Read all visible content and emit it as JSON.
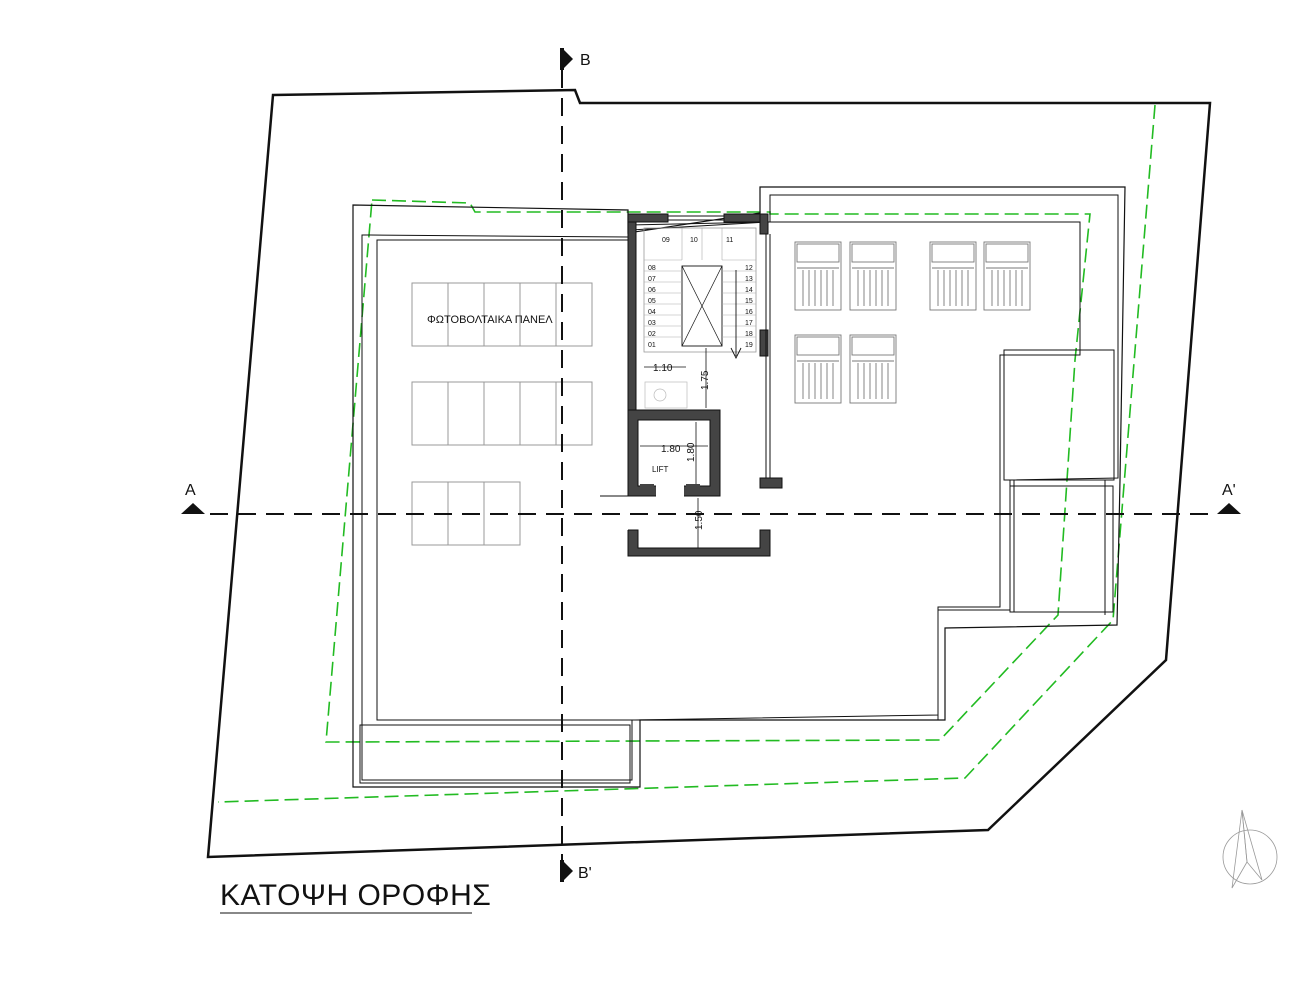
{
  "drawing": {
    "title": "ΚΑΤΟΨΗ ΟΡΟΦΗΣ",
    "section_a_left": "A",
    "section_a_right": "A'",
    "section_b_top": "B",
    "section_b_bottom": "B'",
    "pv_label": "ΦΩΤΟΒΟΛΤΑΙΚΑ ΠΑΝΕΛ",
    "lift_label": "LIFT",
    "dim_stair_width": "1.10",
    "dim_landing_depth": "1.75",
    "dim_lift_width": "1.80",
    "dim_lift_depth": "1.80",
    "dim_lobby_depth": "1.50",
    "steps_left": [
      "08",
      "07",
      "06",
      "05",
      "04",
      "03",
      "02",
      "01"
    ],
    "steps_right": [
      "12",
      "13",
      "14",
      "15",
      "16",
      "17",
      "18",
      "19"
    ],
    "steps_top": [
      "09",
      "10",
      "11"
    ]
  },
  "colors": {
    "line": "#111111",
    "setback": "#22bb22",
    "panel": "#999999",
    "wall_fill": "#444444"
  }
}
